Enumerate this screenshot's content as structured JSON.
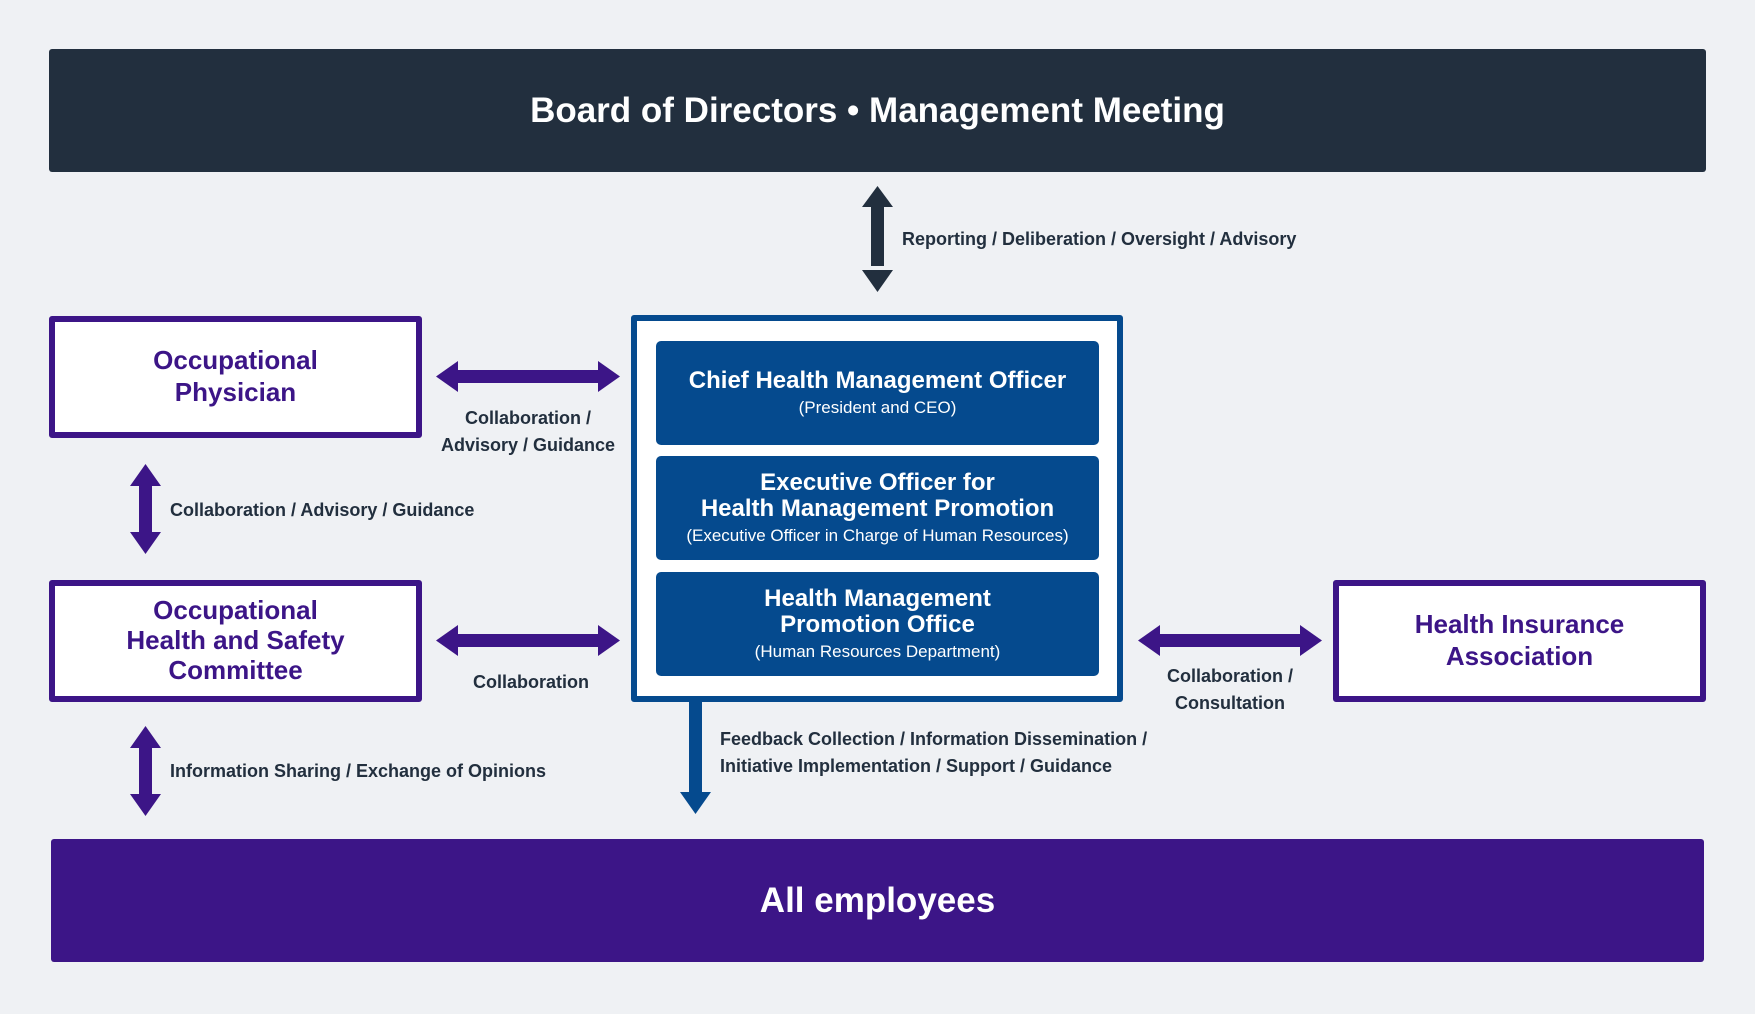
{
  "board": {
    "label": "Board of Directors • Management Meeting"
  },
  "employees": {
    "label": "All employees"
  },
  "physician": {
    "line1": "Occupational",
    "line2": "Physician"
  },
  "committee": {
    "line1": "Occupational",
    "line2": "Health and Safety",
    "line3": "Committee"
  },
  "insurance": {
    "line1": "Health Insurance",
    "line2": "Association"
  },
  "central": {
    "chief": {
      "title": "Chief Health Management Officer",
      "subtitle": "(President and CEO)"
    },
    "executive": {
      "title_line1": "Executive Officer for",
      "title_line2": "Health Management Promotion",
      "subtitle": "(Executive Officer in Charge of Human Resources)"
    },
    "office": {
      "title_line1": "Health Management",
      "title_line2": "Promotion Office",
      "subtitle": "(Human Resources Department)"
    }
  },
  "labels": {
    "reporting": "Reporting / Deliberation / Oversight / Advisory",
    "physician_central_line1": "Collaboration /",
    "physician_central_line2": "Advisory / Guidance",
    "physician_committee": "Collaboration / Advisory / Guidance",
    "committee_central": "Collaboration",
    "insurance_central_line1": "Collaboration /",
    "insurance_central_line2": "Consultation",
    "committee_employees": "Information Sharing / Exchange of Opinions",
    "feedback_line1": "Feedback Collection / Information Dissemination /",
    "feedback_line2": "Initiative Implementation / Support / Guidance"
  },
  "colors": {
    "navy": "#222f3e",
    "purple": "#3c1587",
    "blue": "#054a8e",
    "background": "#eff1f4"
  }
}
